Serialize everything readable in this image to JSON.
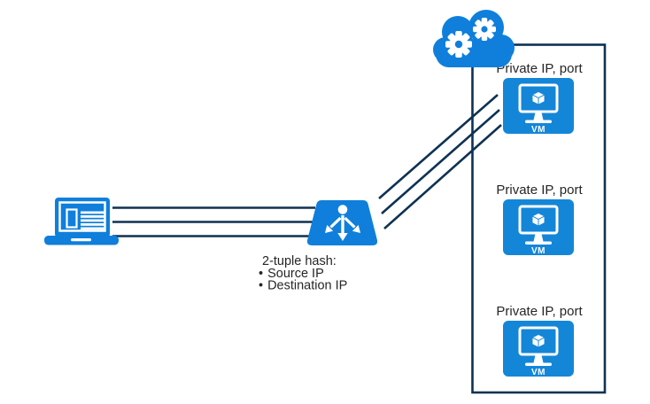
{
  "client": {
    "icon": "laptop-icon"
  },
  "load_balancer": {
    "icon": "load-balancer-icon",
    "hash_title": "2-tuple hash:",
    "bullet": "•",
    "hash_items": [
      "Source IP",
      "Destination IP"
    ]
  },
  "cloud": {
    "icon": "cloud-gears-icon"
  },
  "backend": {
    "vms": [
      {
        "label": "Private IP, port",
        "badge": "VM"
      },
      {
        "label": "Private IP, port",
        "badge": "VM"
      },
      {
        "label": "Private IP, port",
        "badge": "VM"
      }
    ]
  },
  "colors": {
    "primary_blue": "#0f7fdb",
    "vm_blue": "#1486d8",
    "line_navy": "#0e3253",
    "text_dark": "#262626",
    "background": "#ffffff"
  }
}
